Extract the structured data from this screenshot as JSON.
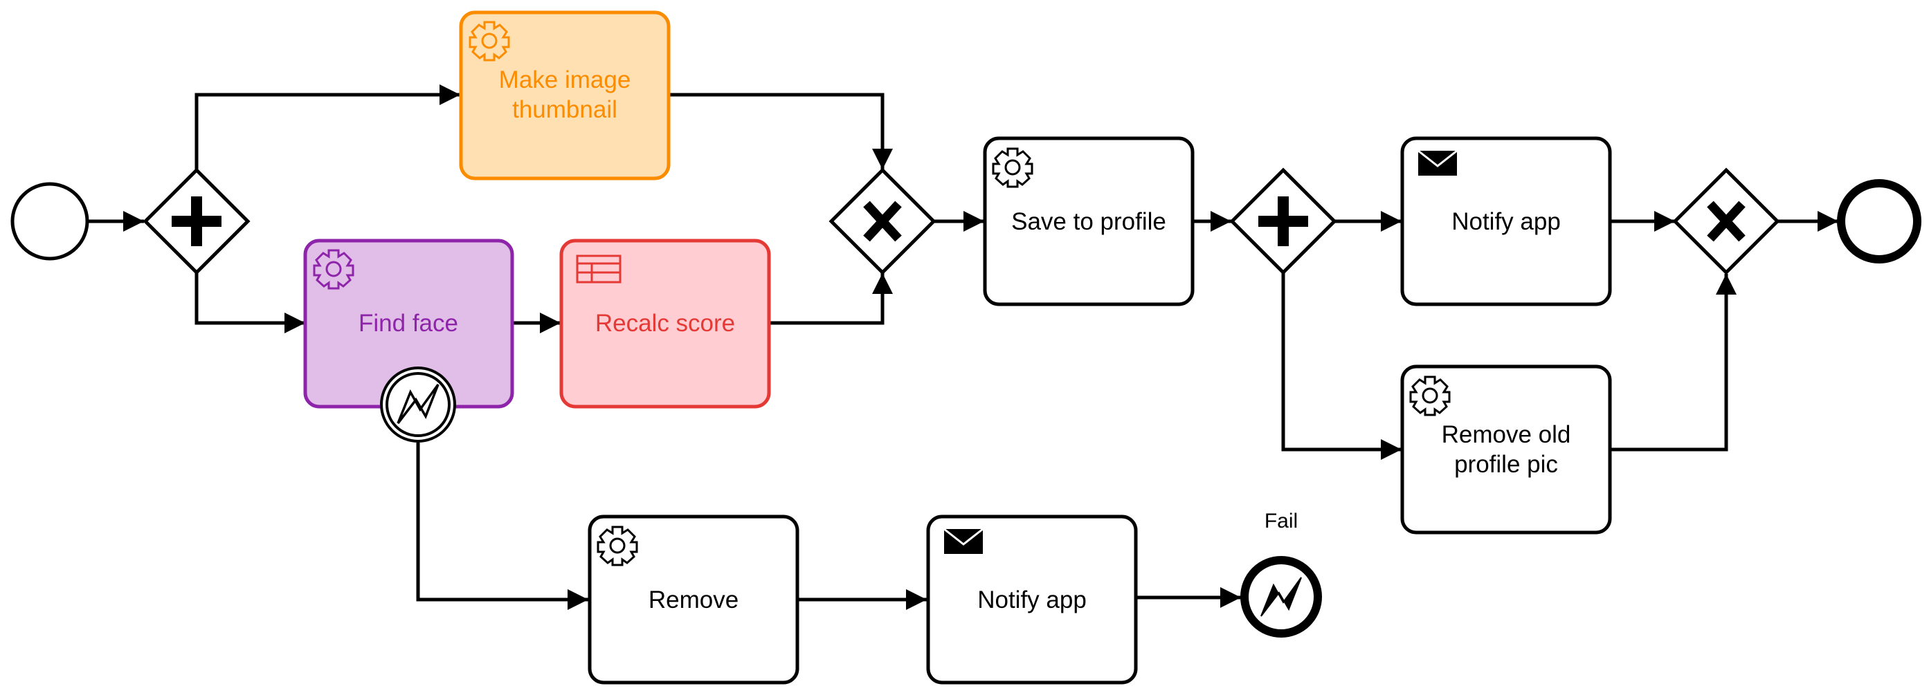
{
  "colors": {
    "stroke": "#000000",
    "thumbnail_fill": "#ffe0b3",
    "thumbnail_stroke": "#fb8c00",
    "findface_fill": "#e1bee7",
    "findface_stroke": "#8e24aa",
    "recalc_fill": "#ffcdd2",
    "recalc_stroke": "#e53935",
    "task_fill": "#ffffff"
  },
  "tasks": {
    "thumbnail": {
      "label": "Make image thumbnail",
      "line1": "Make image",
      "line2": "thumbnail",
      "icon": "gear-icon"
    },
    "find_face": {
      "label": "Find face",
      "icon": "gear-icon"
    },
    "recalc": {
      "label": "Recalc score",
      "icon": "table-icon"
    },
    "save": {
      "label": "Save to profile",
      "icon": "gear-icon"
    },
    "notify_main": {
      "label": "Notify app",
      "icon": "envelope-icon"
    },
    "remove_old": {
      "label": "Remove old profile pic",
      "line1": "Remove old",
      "line2": "profile pic",
      "icon": "gear-icon"
    },
    "remove": {
      "label": "Remove",
      "icon": "gear-icon"
    },
    "notify_fail": {
      "label": "Notify app",
      "icon": "envelope-icon"
    }
  },
  "gateways": {
    "split1": "parallel",
    "join1": "exclusive",
    "split2": "parallel",
    "join2": "exclusive"
  },
  "events": {
    "start": "start",
    "end": "end",
    "boundary": "error",
    "fail_end": {
      "type": "error-end",
      "label": "Fail"
    }
  }
}
